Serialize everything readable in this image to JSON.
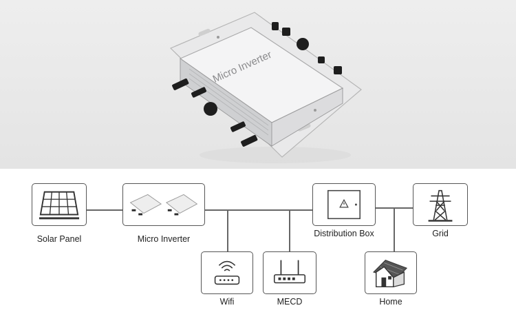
{
  "product": {
    "imprint": "Micro Inverter"
  },
  "diagram": {
    "nodes": {
      "solar_panel": "Solar Panel",
      "micro_inverter": "Micro Inverter",
      "distribution_box": "Distribution Box",
      "grid": "Grid",
      "wifi": "Wifi",
      "mecd": "MECD",
      "home": "Home"
    }
  }
}
